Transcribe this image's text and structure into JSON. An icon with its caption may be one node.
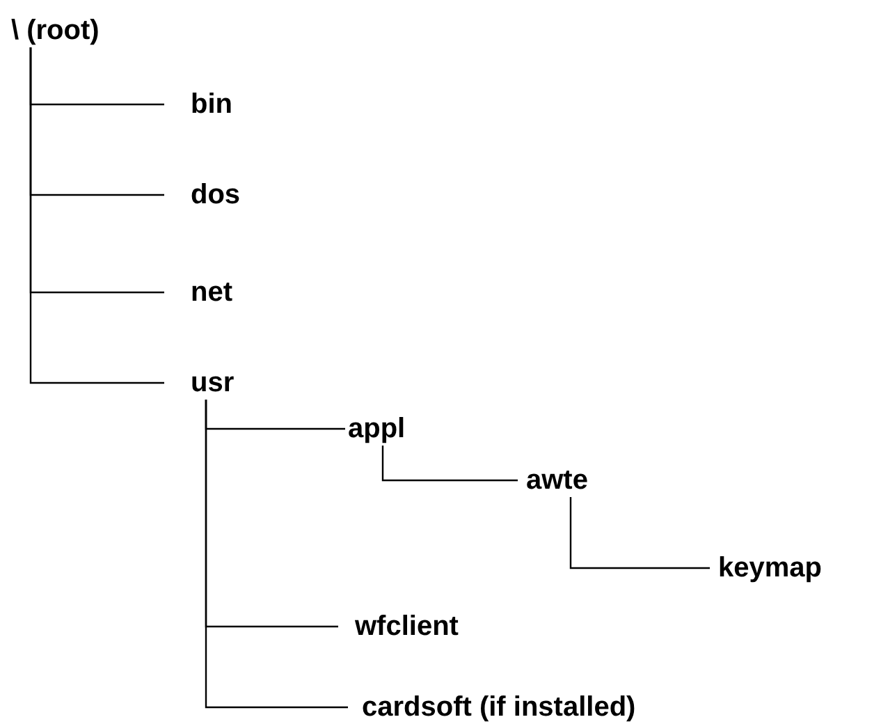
{
  "diagram": {
    "nodes": [
      {
        "text": [
          "\\ (root)"
        ]
      },
      {
        "text": [
          "bin"
        ]
      },
      {
        "text": [
          "dos"
        ]
      },
      {
        "text": [
          "net"
        ]
      },
      {
        "text": [
          "usr"
        ]
      },
      {
        "text": [
          "appl"
        ]
      },
      {
        "text": [
          "awte"
        ]
      },
      {
        "text": [
          "keymap"
        ]
      },
      {
        "text": [
          "wfclient"
        ]
      },
      {
        "text": [
          "cardsoft (if installed)"
        ]
      }
    ],
    "edges": [
      {
        "from": 0,
        "to": 1,
        "arrow": "none"
      },
      {
        "from": 0,
        "to": 2,
        "arrow": "none"
      },
      {
        "from": 0,
        "to": 3,
        "arrow": "none"
      },
      {
        "from": 0,
        "to": 4,
        "arrow": "none"
      },
      {
        "from": 4,
        "to": 5,
        "arrow": "none"
      },
      {
        "from": 5,
        "to": 6,
        "arrow": "none"
      },
      {
        "from": 6,
        "to": 7,
        "arrow": "none"
      },
      {
        "from": 4,
        "to": 8,
        "arrow": "none"
      },
      {
        "from": 4,
        "to": 9,
        "arrow": "none"
      }
    ]
  }
}
